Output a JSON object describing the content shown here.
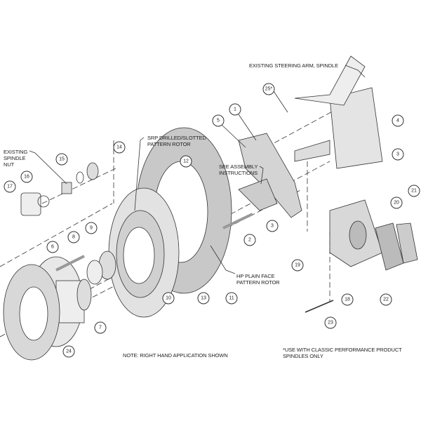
{
  "labels": {
    "steering_arm": "EXISTING STEERING ARM, SPINDLE",
    "srp_rotor": "SRP DRILLED/SLOTTED\nPATTERN ROTOR",
    "assembly": "SEE ASSEMBLY\nINSTRUCTIONS",
    "spindle_nut": "EXISTING\nSPINDLE\nNUT",
    "hp_rotor": "HP PLAIN FACE\nPATTERN ROTOR",
    "note": "NOTE: RIGHT HAND APPLICATION SHOWN",
    "footnote": "*USE WITH CLASSIC PERFORMANCE PRODUCT\nSPINDLES ONLY"
  },
  "callouts": {
    "c1": "1",
    "c2": "2",
    "c3a": "3",
    "c3b": "3",
    "c4": "4",
    "c5": "5",
    "c6": "6",
    "c7": "7",
    "c8": "8",
    "c9": "9",
    "c10": "10",
    "c11": "11",
    "c12": "12",
    "c13": "13",
    "c14": "14",
    "c15": "15",
    "c16": "16",
    "c17": "17",
    "c18": "18",
    "c19": "19",
    "c20": "20",
    "c21": "21",
    "c22": "22",
    "c23": "23",
    "c24": "24",
    "c25": "25*"
  }
}
